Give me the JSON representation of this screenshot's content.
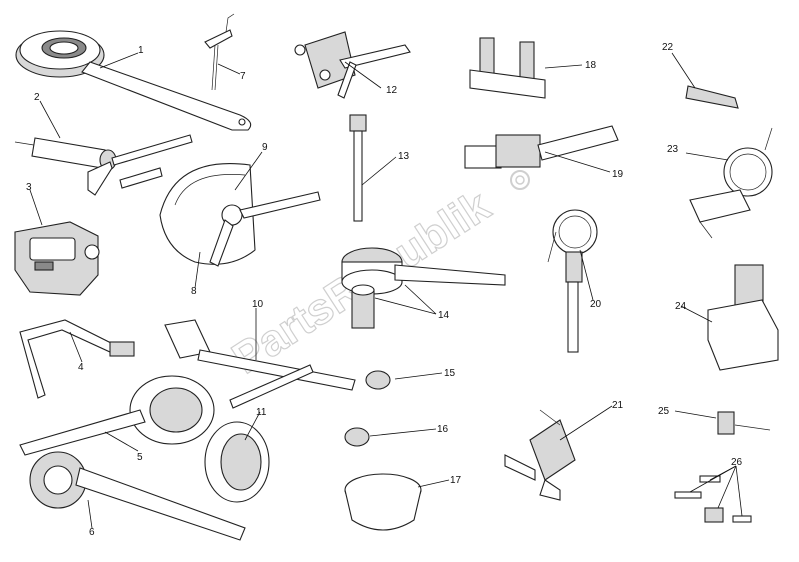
{
  "diagram": {
    "watermark": "PartsRepublik",
    "callouts": [
      "1",
      "2",
      "3",
      "4",
      "5",
      "6",
      "7",
      "8",
      "9",
      "10",
      "11",
      "12",
      "13",
      "14",
      "15",
      "16",
      "17",
      "18",
      "19",
      "20",
      "21",
      "22",
      "23",
      "24",
      "25",
      "26"
    ]
  }
}
